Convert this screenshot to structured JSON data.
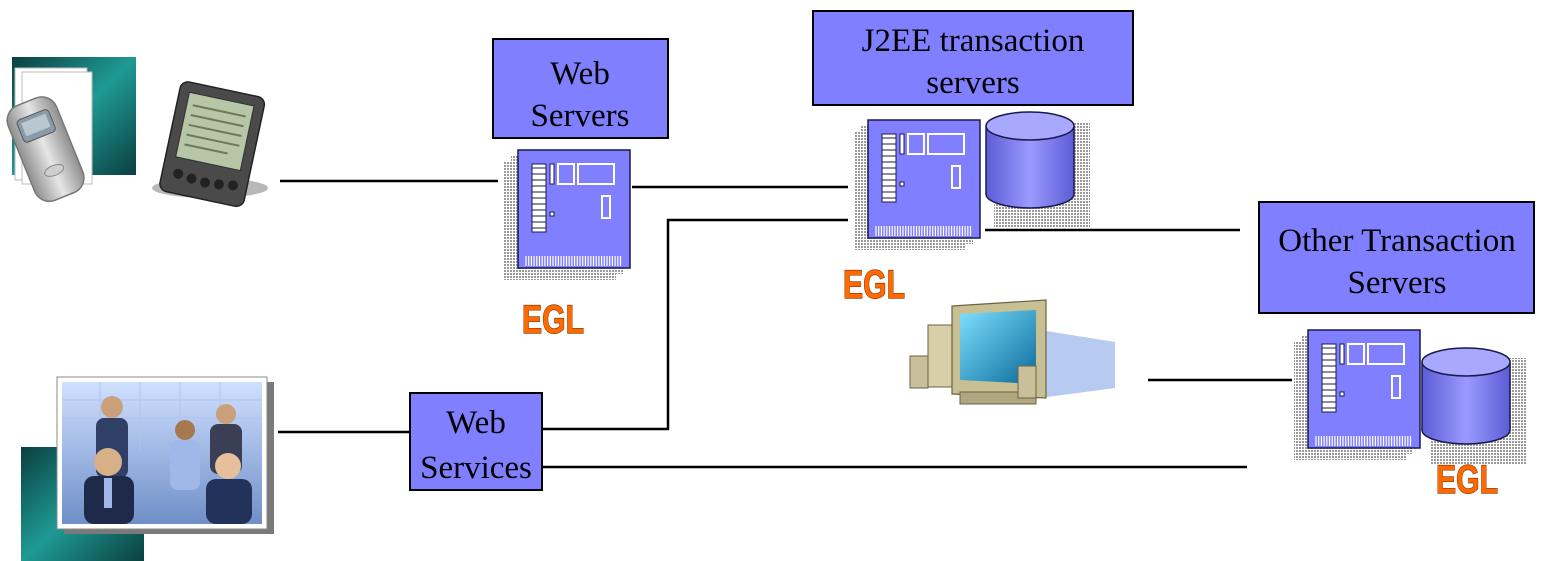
{
  "boxes": {
    "web_servers": {
      "line1": "Web",
      "line2": "Servers"
    },
    "j2ee": {
      "line1": "J2EE transaction",
      "line2": "servers"
    },
    "other": {
      "line1": "Other Transaction",
      "line2": "Servers"
    },
    "web_services": {
      "line1": "Web",
      "line2": "Services"
    }
  },
  "badges": {
    "egl": "EGL"
  },
  "colors": {
    "box_fill": "#7f7fff",
    "server_fill": "#7f7fff",
    "badge_fill": "#ff6a00",
    "teal_accent": "#0f6a6a"
  },
  "icons": [
    "mobile-phone-icon",
    "pda-icon",
    "people-photo",
    "desktop-computer-icon",
    "server-icon",
    "database-icon"
  ]
}
